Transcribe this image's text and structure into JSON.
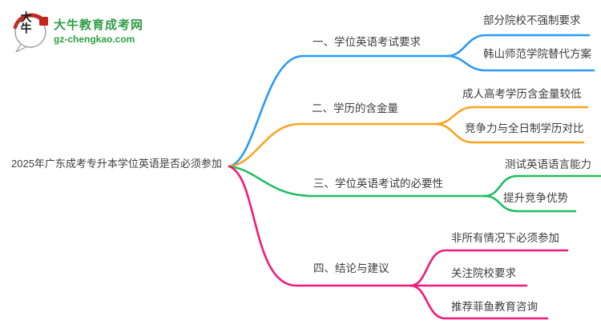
{
  "logo": {
    "icon_text": "大牛",
    "site_name": "大牛教育成考网",
    "site_domain": "gz-chengkao.com",
    "brand_green": "#2f9e45",
    "seal_red": "#c8281e"
  },
  "mindmap": {
    "center_topic": "2025年广东成考专升本学位英语是否必须参加",
    "text_color": "#3c3c3c",
    "branches": [
      {
        "label": "一、学位英语考试要求",
        "color": "#2b9af3",
        "children": [
          "部分院校不强制要求",
          "韩山师范学院替代方案"
        ]
      },
      {
        "label": "二、学历的含金量",
        "color": "#faa41e",
        "children": [
          "成人高考学历含金量较低",
          "竞争力与全日制学历对比"
        ]
      },
      {
        "label": "三、学位英语考试的必要性",
        "color": "#1dbe62",
        "children": [
          "测试英语语言能力",
          "提升竞争优势"
        ]
      },
      {
        "label": "四、结论与建议",
        "color": "#f2197b",
        "children": [
          "非所有情况下必须参加",
          "关注院校要求",
          "推荐菲鱼教育咨询"
        ]
      }
    ]
  }
}
